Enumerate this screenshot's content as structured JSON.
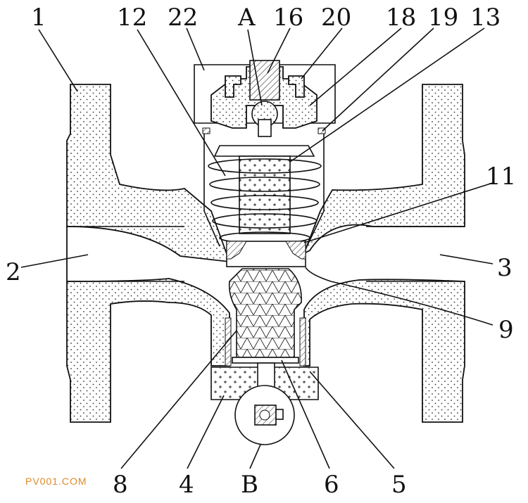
{
  "labels": {
    "l1": "1",
    "l22": "22",
    "lA": "A",
    "l16": "16",
    "l20": "20",
    "l18": "18",
    "l19": "19",
    "l13": "13",
    "l12": "12",
    "l11": "11",
    "l2": "2",
    "l3": "3",
    "l9": "9",
    "l8": "8",
    "l4": "4",
    "lB": "B",
    "l6": "6",
    "l5": "5"
  },
  "watermark": "PV001.COM",
  "colors": {
    "line": "#111111",
    "watermark": "#e0892a",
    "background": "#ffffff"
  }
}
